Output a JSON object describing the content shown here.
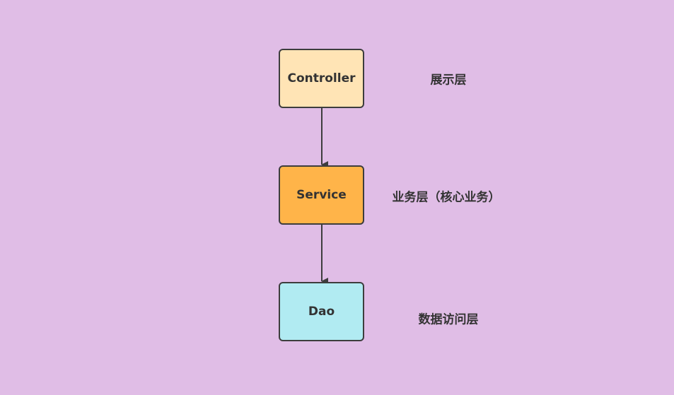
{
  "nodes": {
    "controller": {
      "label": "Controller",
      "fill": "#ffe4b5"
    },
    "service": {
      "label": "Service",
      "fill": "#ffb449"
    },
    "dao": {
      "label": "Dao",
      "fill": "#b1ebf2"
    }
  },
  "layer_labels": {
    "presentation": "展示层",
    "business": "业务层（核心业务）",
    "data_access": "数据访问层"
  },
  "colors": {
    "background": "#e0bde6",
    "stroke": "#3d3d3d",
    "text": "#333333"
  },
  "edges": [
    {
      "from": "Controller",
      "to": "Service"
    },
    {
      "from": "Service",
      "to": "Dao"
    }
  ]
}
